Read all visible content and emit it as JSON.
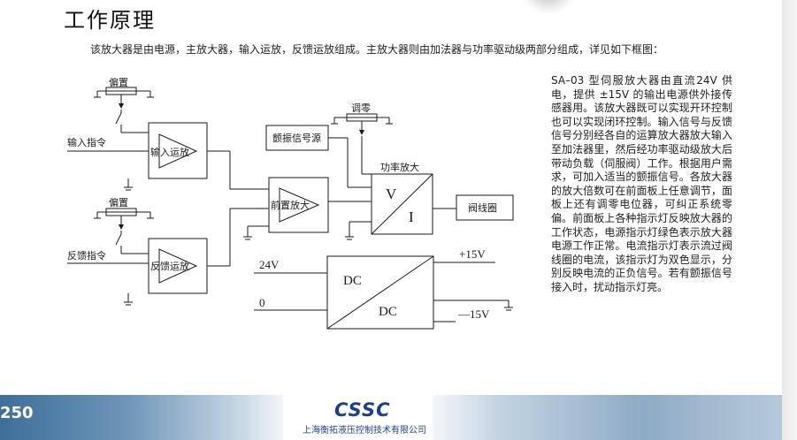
{
  "title": "工作原理",
  "intro": "该放大器是由电源，主放大器，输入运放，反馈运放组成。主放大器则由加法器与功率驱动级两部分组成，详见如下框图：",
  "description": "SA–03 型伺服放大器由直流24V 供电，提供 ±15V 的输出电源供外接传感器用。该放大器既可以实现开环控制也可以实现闭环控制。输入信号与反馈信号分别经各自的运算放大器放大输入至加法器里，然后经功率驱动级放大后带动负载（伺服阀）工作。根据用户需求，可加入适当的颤振信号。各放大器的放大倍数可在前面板上任意调节，面板上还有调零电位器，可纠正系统零偏。前面板上各种指示灯反映放大器的工作状态，电源指示灯绿色表示放大器电源工作正常。电流指示灯表示流过阀线圈的电流，该指示灯为双色显示，分别反映电流的正负信号。若有颤振信号接入时，扰动指示灯亮。",
  "diagram": {
    "bias_top": "偏置",
    "input_cmd": "输入指令",
    "input_amp": "输入运放",
    "bias_bottom": "偏置",
    "feedback_cmd": "反馈指令",
    "feedback_amp": "反馈运放",
    "dither": "颤振信号源",
    "zero_adj": "调零",
    "pre_amp": "前置放大",
    "power_amp": "功率放大",
    "v_label": "V",
    "i_label": "I",
    "valve_coil": "阀线圈",
    "in_24v": "24V",
    "in_0": "0",
    "dc_top": "DC",
    "dc_bottom": "DC",
    "out_pos": "+15V",
    "out_neg": "—15V"
  },
  "footer": {
    "page_number": "250",
    "logo_text": "CSSC",
    "company": "上海衡拓液压控制技术有限公司"
  },
  "colors": {
    "footer_blue": "#3f6f9a",
    "logo_blue": "#1d3f8a",
    "line": "#1a1a1a"
  }
}
